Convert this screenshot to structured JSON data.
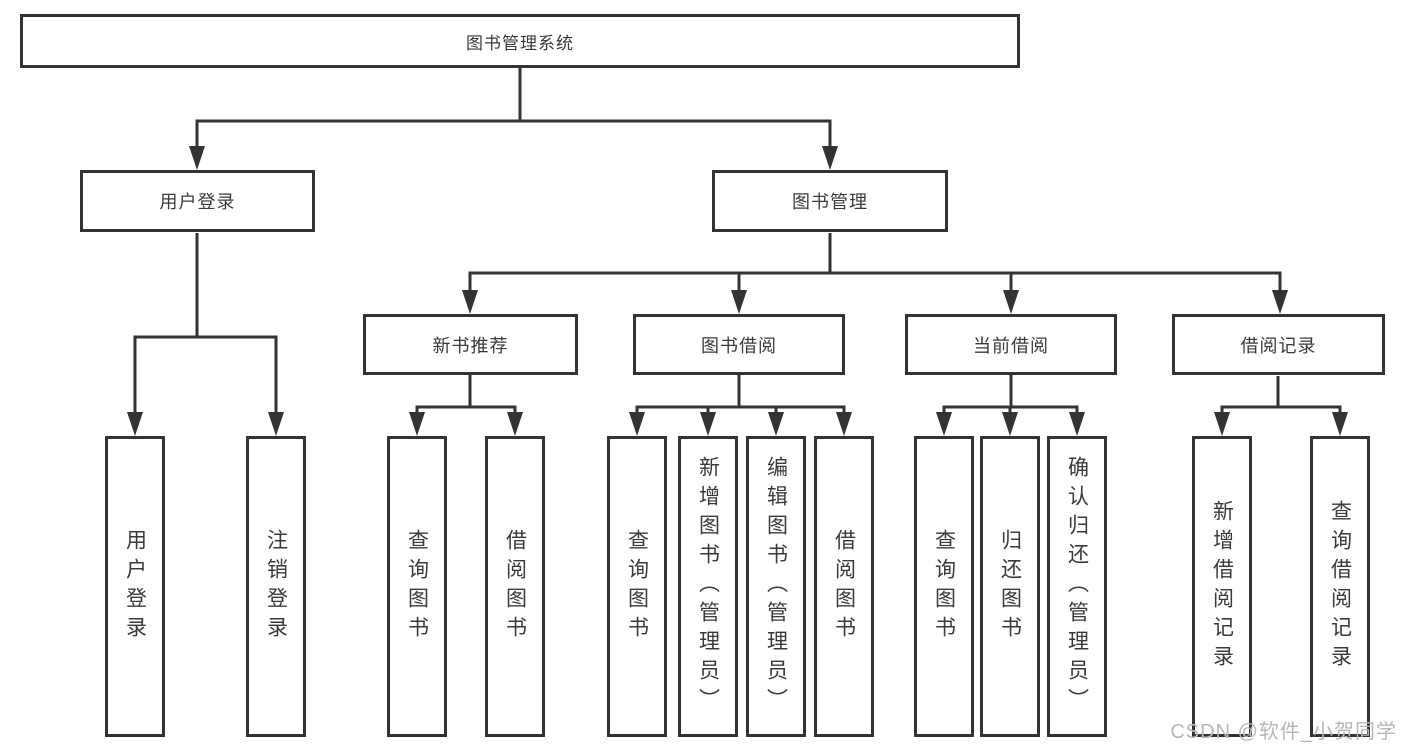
{
  "colors": {
    "line": "#333333",
    "text": "#3a3a3a",
    "background": "#ffffff",
    "watermark": "#b7b7b7"
  },
  "diagram": {
    "root": {
      "label": "图书管理系统"
    },
    "branches": [
      {
        "label": "用户登录",
        "children": [
          {
            "label": "用户登录"
          },
          {
            "label": "注销登录"
          }
        ]
      },
      {
        "label": "图书管理",
        "children": [
          {
            "label": "新书推荐",
            "children": [
              {
                "label": "查询图书"
              },
              {
                "label": "借阅图书"
              }
            ]
          },
          {
            "label": "图书借阅",
            "children": [
              {
                "label": "查询图书"
              },
              {
                "label": "新增图书（管理员）"
              },
              {
                "label": "编辑图书（管理员）"
              },
              {
                "label": "借阅图书"
              }
            ]
          },
          {
            "label": "当前借阅",
            "children": [
              {
                "label": "查询图书"
              },
              {
                "label": "归还图书"
              },
              {
                "label": "确认归还（管理员）"
              }
            ]
          },
          {
            "label": "借阅记录",
            "children": [
              {
                "label": "新增借阅记录"
              },
              {
                "label": "查询借阅记录"
              }
            ]
          }
        ]
      }
    ]
  },
  "watermark": {
    "text": "CSDN @软件_小贺同学"
  }
}
